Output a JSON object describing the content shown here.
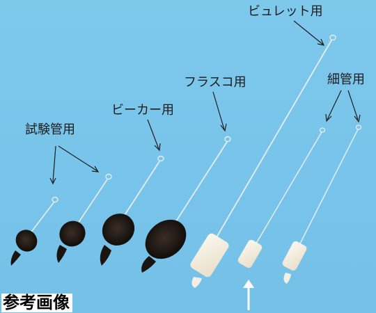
{
  "labels": {
    "test_tube": "試験管用",
    "beaker": "ビーカー用",
    "flask": "フラスコ用",
    "burette": "ビュレット用",
    "thin_tube": "細管用"
  },
  "caption": "参考画像",
  "colors": {
    "background": "#7ec8ec",
    "bristle_dark": "#1a1410",
    "bristle_white": "#f4efe2",
    "wire": "#e6eef2",
    "arrow": "#1b1b1b",
    "highlight_arrow": "#ffffff"
  }
}
